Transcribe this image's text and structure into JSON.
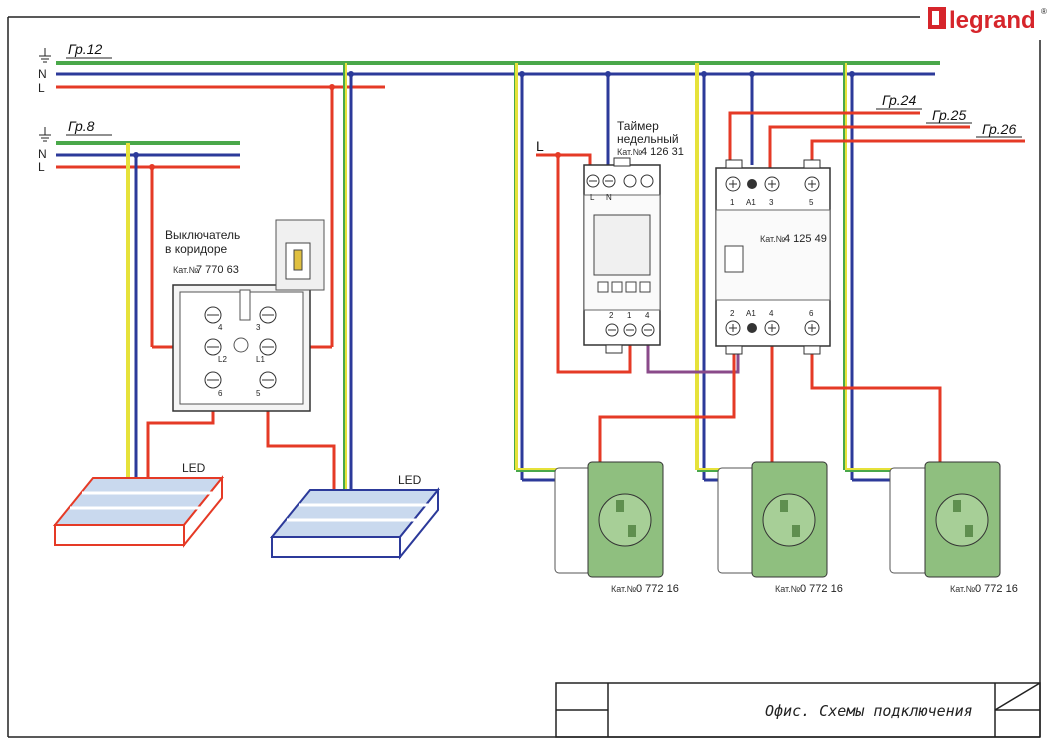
{
  "brand": {
    "name": "legrand",
    "reg": "®",
    "color": "#d6252b"
  },
  "wire_colors": {
    "L": "#e53a26",
    "N": "#2c3a9a",
    "PE_yellow": "#e6e23a",
    "PE_green": "#4aa84a",
    "control": "#8a4a8a"
  },
  "groups": {
    "gr12": "Гр.12",
    "gr8": "Гр.8",
    "gr24": "Гр.24",
    "gr25": "Гр.25",
    "gr26": "Гр.26"
  },
  "bus_labels": {
    "N": "N",
    "L": "L"
  },
  "timer": {
    "title_line1": "Таймер",
    "title_line2": "недельный",
    "cat_prefix": "Кат.№",
    "cat_num": "4 126 31",
    "terminal_L": "L",
    "terminal_N": "N",
    "terminal_2": "2",
    "terminal_1": "1",
    "terminal_4": "4",
    "feed_label": "L"
  },
  "contactor": {
    "cat_prefix": "Кат.№",
    "cat_num": "4 125 49",
    "top_terms": [
      "1",
      "A1",
      "3",
      "5"
    ],
    "bottom_terms": [
      "2",
      "A1",
      "4",
      "6"
    ]
  },
  "switch": {
    "title_line1": "Выключатель",
    "title_line2": "в коридоре",
    "cat_prefix": "Кат.№",
    "cat_num": "7 770 63",
    "t4": "4",
    "t3": "3",
    "tL2": "L2",
    "tL1": "L1",
    "t6": "6",
    "t5": "5"
  },
  "led": {
    "label1": "LED",
    "label2": "LED"
  },
  "sockets": [
    {
      "cat_prefix": "Кат.№",
      "cat_num": "0 772 16"
    },
    {
      "cat_prefix": "Кат.№",
      "cat_num": "0 772 16"
    },
    {
      "cat_prefix": "Кат.№",
      "cat_num": "0 772 16"
    }
  ],
  "title_block": {
    "title": "Офис. Схемы подключения"
  }
}
